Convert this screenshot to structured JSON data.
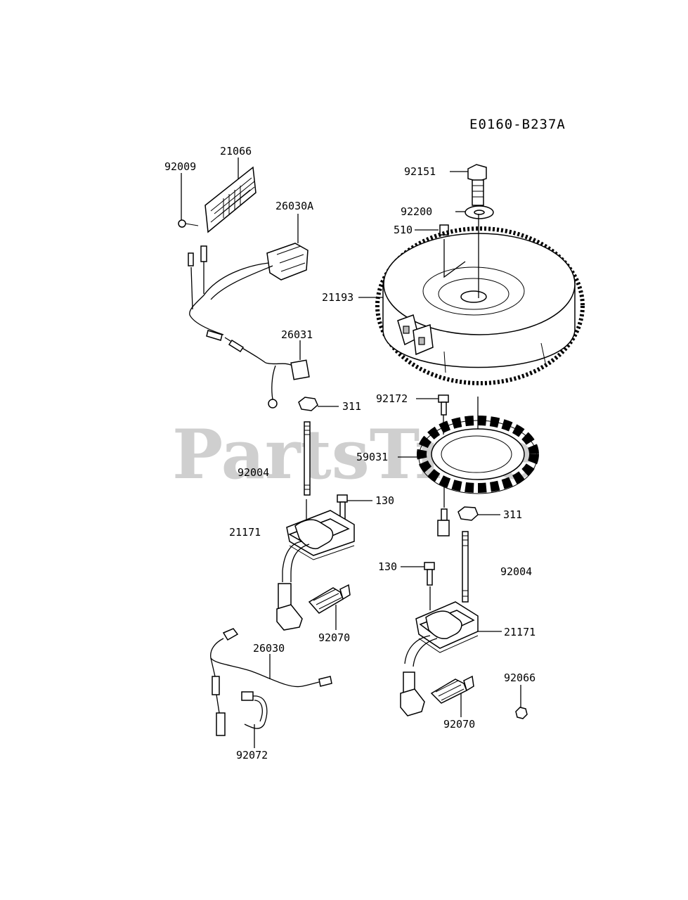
{
  "diagram": {
    "code": "E0160-B237A",
    "watermark": "PartsTree",
    "labels": {
      "p92009": "92009",
      "p21066": "21066",
      "p26030A": "26030A",
      "p26031": "26031",
      "p311a": "311",
      "p92004a": "92004",
      "p130a": "130",
      "p21171a": "21171",
      "p92070a": "92070",
      "p26030": "26030",
      "p92072": "92072",
      "p92151": "92151",
      "p92200": "92200",
      "p510": "510",
      "p21193": "21193",
      "p92172": "92172",
      "p59031": "59031",
      "p311b": "311",
      "p130b": "130",
      "p92004b": "92004",
      "p21171b": "21171",
      "p92066": "92066",
      "p92070b": "92070"
    }
  }
}
